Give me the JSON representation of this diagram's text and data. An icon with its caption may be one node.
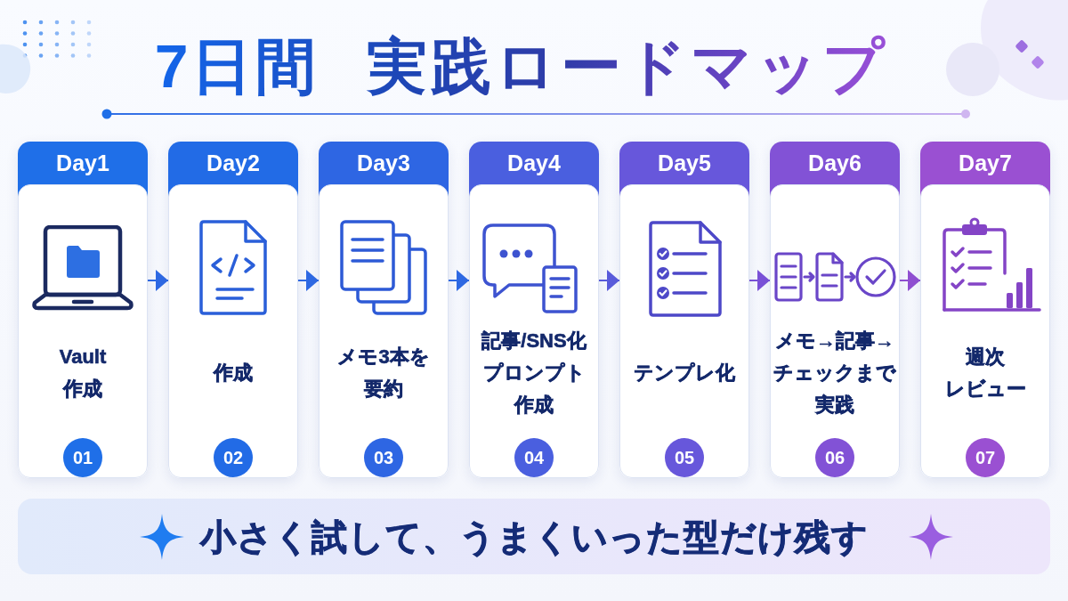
{
  "diagram": {
    "title": "7日間 実践ロードマップ",
    "nodes": [
      {
        "text": [
          "Day1",
          "Vault作成"
        ]
      },
      {
        "text": [
          "01"
        ],
        "in": 0
      },
      {
        "text": [
          "Day2",
          "作成"
        ]
      },
      {
        "text": [
          "02"
        ],
        "in": 2
      },
      {
        "text": [
          "Day3",
          "メモ3本を要約"
        ]
      },
      {
        "text": [
          "03"
        ],
        "in": 4
      },
      {
        "text": [
          "Day4",
          "記事/SNS化プロンプト作成"
        ]
      },
      {
        "text": [
          "04"
        ],
        "in": 6
      },
      {
        "text": [
          "Day5",
          "テンプレ化"
        ]
      },
      {
        "text": [
          "05"
        ],
        "in": 8
      },
      {
        "text": [
          "Day6",
          "メモ→記事→チェックまで実践"
        ]
      },
      {
        "text": [
          "06"
        ],
        "in": 10
      },
      {
        "text": [
          "Day7",
          "週次レビュー"
        ]
      },
      {
        "text": [
          "07"
        ],
        "in": 12
      },
      {
        "text": [
          "小さく試して、うまくいった型だけ残す"
        ]
      }
    ],
    "edges": [
      {
        "from": 0,
        "to": 2,
        "arrow": "to"
      },
      {
        "from": 2,
        "to": 4,
        "arrow": "to"
      },
      {
        "from": 4,
        "to": 6,
        "arrow": "to"
      },
      {
        "from": 6,
        "to": 8,
        "arrow": "to",
        "color": "#5a5cdc"
      },
      {
        "from": 8,
        "to": 10,
        "arrow": "to",
        "color": "#7b52d8"
      },
      {
        "from": 10,
        "to": 12,
        "arrow": "to",
        "color": "#9150d2"
      }
    ]
  }
}
